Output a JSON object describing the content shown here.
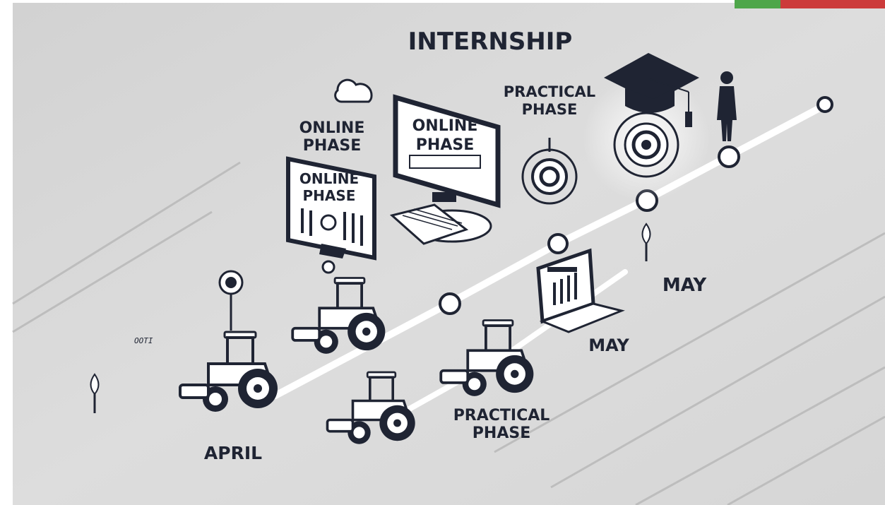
{
  "title": "INTERNSHIP",
  "labels": {
    "online_phase_top": [
      "ONLINE",
      "PHASE"
    ],
    "practical_phase_top": [
      "PRACTICAL",
      "PHASE"
    ],
    "practical_phase_bottom": [
      "PRACTICAL",
      "PHASE"
    ],
    "april": "APRIL",
    "may_right": "MAY",
    "may_center": "MAY",
    "small_mark": "OOTI"
  },
  "screens": {
    "monitor_left": [
      "ONLINE",
      "PHASE"
    ],
    "monitor_center": [
      "ONLINE",
      "PHASE"
    ]
  },
  "icons": [
    "graduation-cap-icon",
    "person-icon",
    "cloud-icon",
    "map-pin-icon",
    "target-icon",
    "laptop-icon",
    "tractor-icon",
    "tree-icon"
  ],
  "colors": {
    "background": "#d9d9d9",
    "ink": "#1f2433",
    "frame": "#ffffff",
    "accent_green": "#4ea64a",
    "accent_red": "#cc3b3b"
  }
}
